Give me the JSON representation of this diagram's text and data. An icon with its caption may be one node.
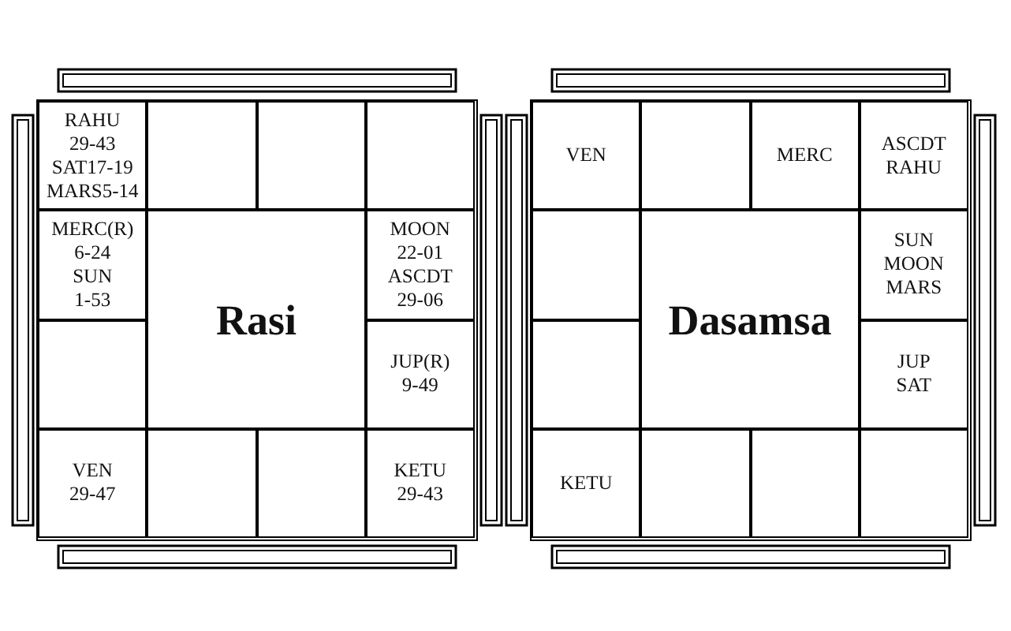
{
  "diagram": {
    "nodes": [
      {
        "text": [],
        "shape": "box"
      },
      {
        "text": [
          "RAHU",
          "29-43",
          "SAT17-19",
          "MARS5-14"
        ],
        "in": 0
      },
      {
        "text": [],
        "shape": "box",
        "in": 0
      },
      {
        "text": [],
        "shape": "box",
        "in": 0
      },
      {
        "text": [],
        "shape": "box",
        "in": 0
      },
      {
        "text": [
          "MERC(R)",
          "6-24",
          "SUN",
          "1-53"
        ],
        "in": 0
      },
      {
        "text": [
          "Rasi"
        ],
        "in": 0
      },
      {
        "text": [
          "MOON",
          "22-01",
          "ASCDT",
          "29-06"
        ],
        "in": 0
      },
      {
        "text": [],
        "shape": "box",
        "in": 0
      },
      {
        "text": [
          "JUP(R)",
          "9-49"
        ],
        "in": 0
      },
      {
        "text": [
          "VEN",
          "29-47"
        ],
        "in": 0
      },
      {
        "text": [],
        "shape": "box",
        "in": 0
      },
      {
        "text": [],
        "shape": "box",
        "in": 0
      },
      {
        "text": [
          "KETU",
          "29-43"
        ],
        "in": 0
      },
      {
        "text": [],
        "shape": "box"
      },
      {
        "text": [
          "VEN"
        ],
        "in": 14
      },
      {
        "text": [],
        "shape": "box",
        "in": 14
      },
      {
        "text": [
          "MERC"
        ],
        "in": 14
      },
      {
        "text": [
          "ASCDT",
          "RAHU"
        ],
        "in": 14
      },
      {
        "text": [],
        "shape": "box",
        "in": 14
      },
      {
        "text": [
          "Dasamsa"
        ],
        "in": 14
      },
      {
        "text": [
          "SUN",
          "MOON",
          "MARS"
        ],
        "in": 14
      },
      {
        "text": [],
        "shape": "box",
        "in": 14
      },
      {
        "text": [
          "JUP",
          "SAT"
        ],
        "in": 14
      },
      {
        "text": [
          "KETU"
        ],
        "in": 14
      },
      {
        "text": [],
        "shape": "box",
        "in": 14
      },
      {
        "text": [],
        "shape": "box",
        "in": 14
      },
      {
        "text": [],
        "shape": "box",
        "in": 14
      }
    ],
    "edges": []
  }
}
